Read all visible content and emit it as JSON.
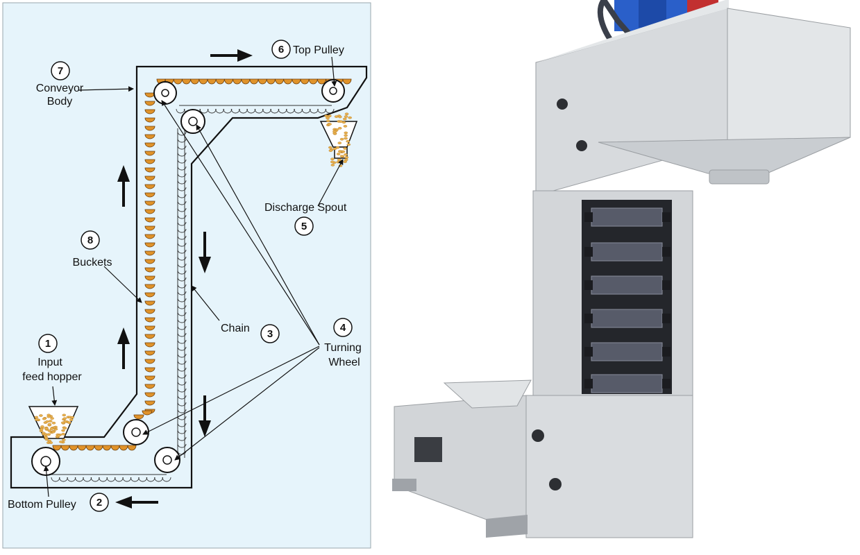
{
  "colors": {
    "panel_bg": "#e6f4fb",
    "bucket": "#e0932a",
    "bucket_stroke": "#6b3d0a",
    "grain": "#e8b04e",
    "line": "#111111",
    "machine_light": "#dcdfe2",
    "machine_mid": "#b9bdc1",
    "machine_dark": "#7c8085",
    "motor": "#2a5fc9",
    "belt": "#3a3f4a"
  },
  "labels": {
    "input_num": "1",
    "input": [
      "Input",
      "feed hopper"
    ],
    "bottom_num": "2",
    "bottom_pulley": "Bottom Pulley",
    "chain_num": "3",
    "chain": "Chain",
    "turning_num": "4",
    "turning": [
      "Turning",
      "Wheel"
    ],
    "discharge_num": "5",
    "discharge": "Discharge Spout",
    "top_num": "6",
    "top_pulley": "Top Pulley",
    "body_num": "7",
    "body": [
      "Conveyor",
      "Body"
    ],
    "buckets_num": "8",
    "buckets": "Buckets"
  },
  "icons": [
    "arrow-right-icon",
    "arrow-up-icon",
    "arrow-down-icon",
    "arrow-left-icon"
  ]
}
